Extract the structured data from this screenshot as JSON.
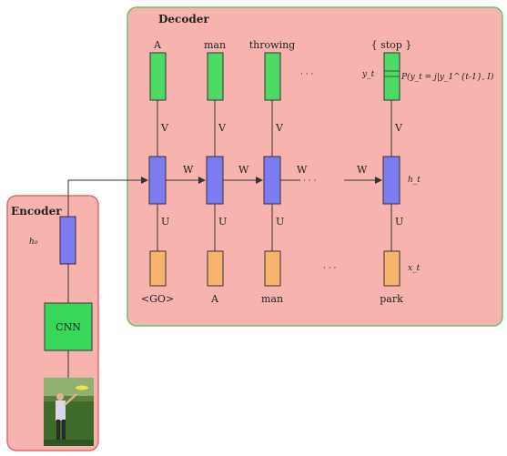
{
  "encoder": {
    "title": "Encoder",
    "h0_label": "h₀",
    "cnn_label": "CNN"
  },
  "decoder": {
    "title": "Decoder",
    "output_words": [
      "A",
      "man",
      "throwing",
      "{ stop }"
    ],
    "input_words": [
      "<GO>",
      "A",
      "man",
      "park"
    ],
    "v_label": "V",
    "u_label": "U",
    "w_label": "W",
    "y_label": "y_t",
    "formula": "P(y_t = j|y_1^{t-1}, I)",
    "h_label": "h_t",
    "x_label": "x_t",
    "ellipsis": "· · ·"
  },
  "colors": {
    "panel_fill": "#f7b4ae",
    "encoder_border": "#e06a6a",
    "decoder_border": "#6fbf73",
    "green_box": "#4cd964",
    "blue_box": "#7b7bf2",
    "orange_box": "#f7b56b",
    "cnn_box": "#38d65a"
  }
}
